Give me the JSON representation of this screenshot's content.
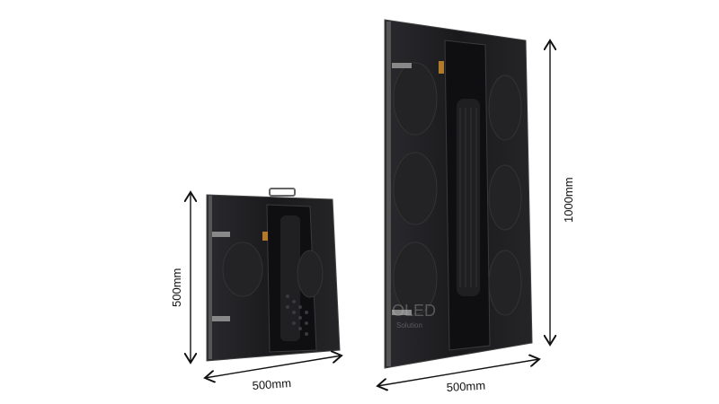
{
  "product_image": {
    "small_panel": {
      "width_label": "500mm",
      "height_label": "500mm"
    },
    "large_panel": {
      "width_label": "500mm",
      "height_label": "1000mm"
    },
    "watermark": {
      "brand": "OLED",
      "tagline": "Solution"
    },
    "colors": {
      "panel": "#1c1c1e",
      "panel_dark": "#0e0e10",
      "panel_edge": "#3a3a3e",
      "arrow": "#111111"
    }
  }
}
